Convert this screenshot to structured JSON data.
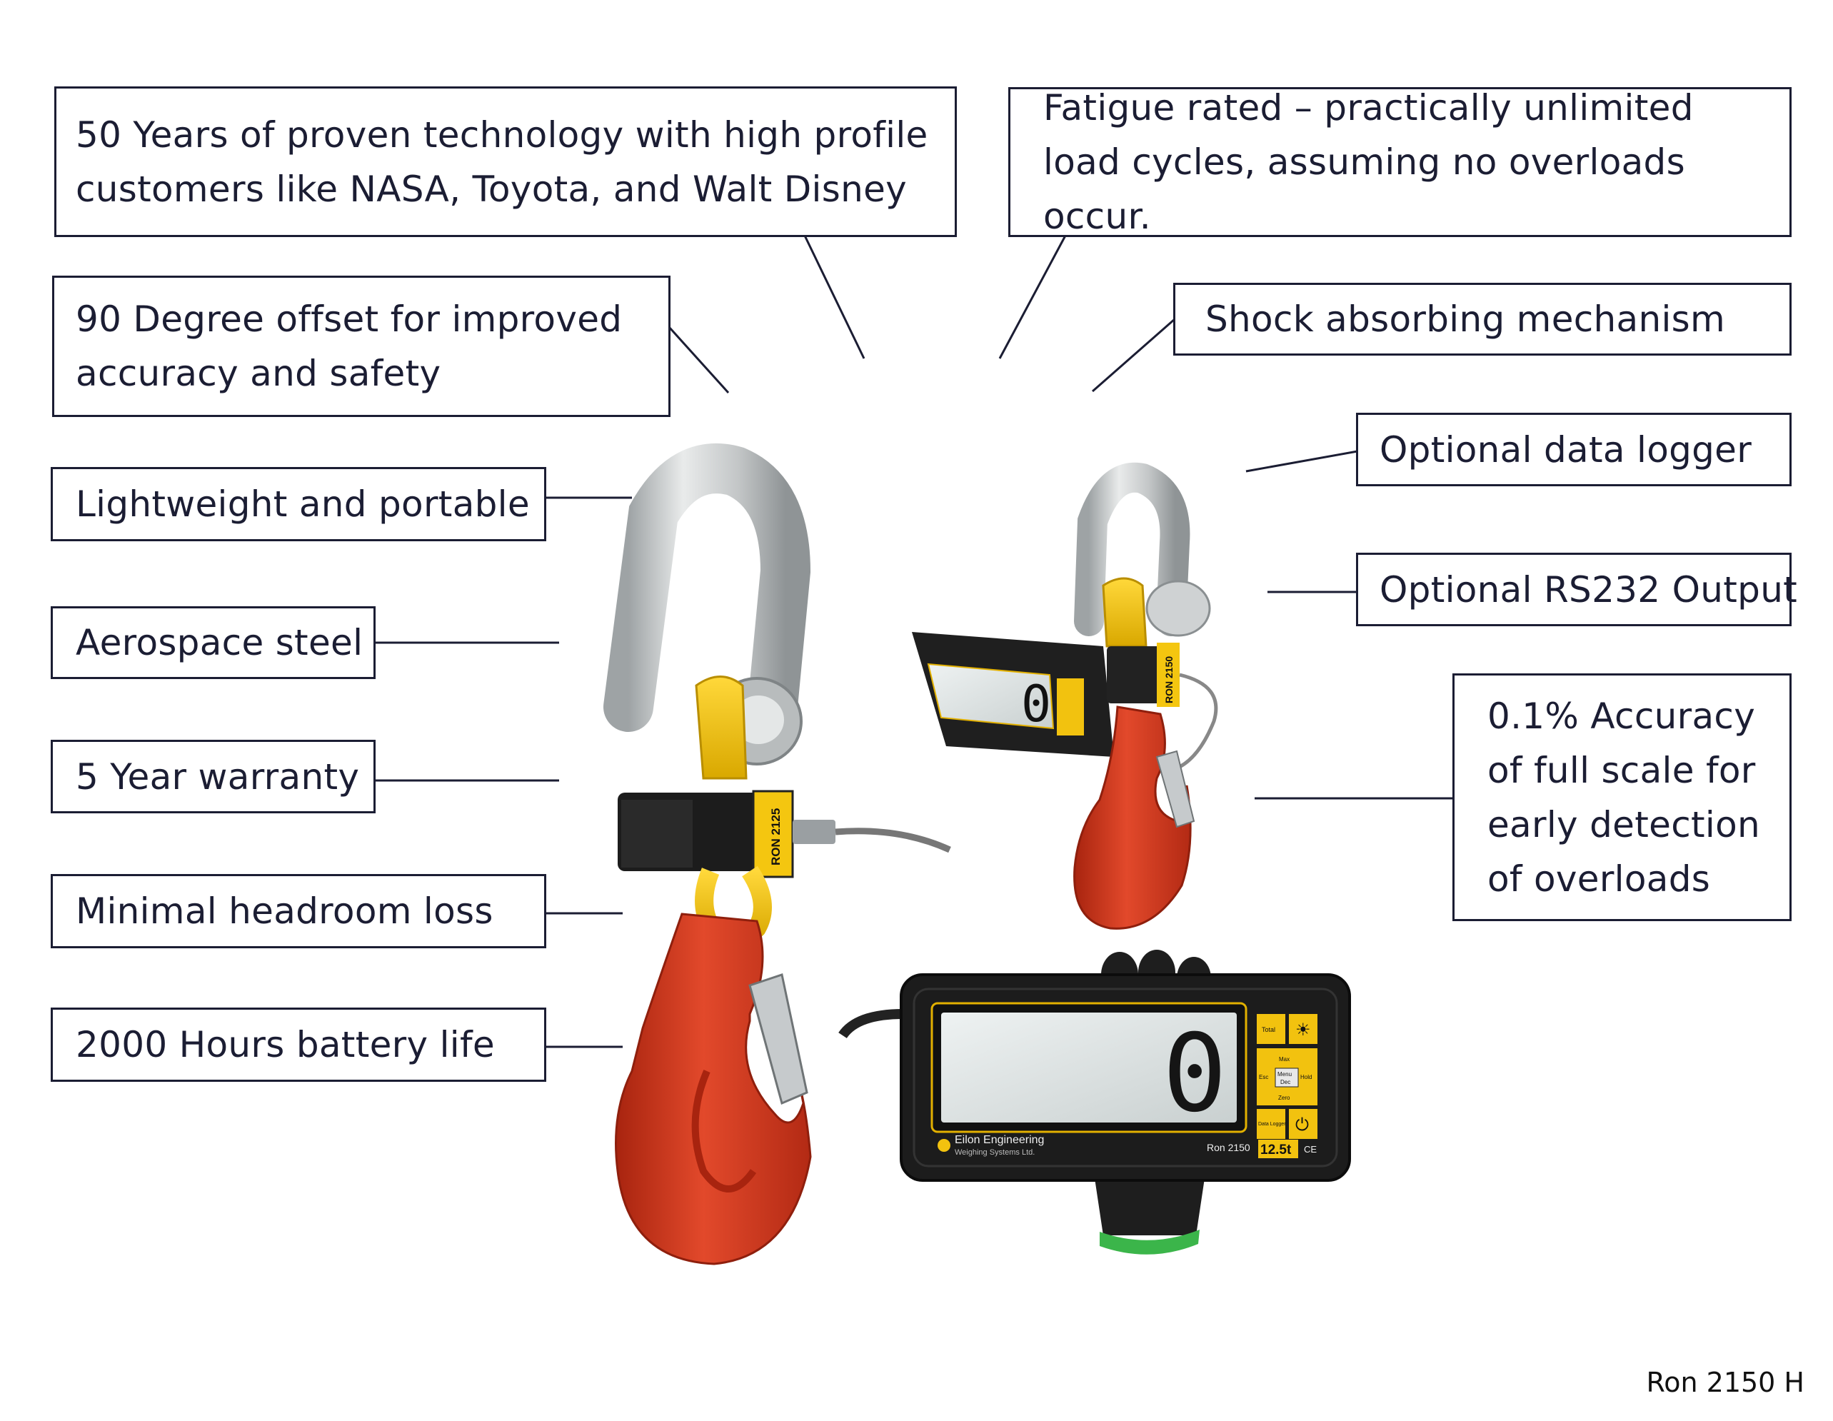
{
  "callouts": {
    "proven_technology": "50 Years of proven technology with high profile customers like NASA, Toyota, and Walt Disney",
    "fatigue_rated": "Fatigue rated – practically unlimited load cycles, assuming no overloads occur.",
    "offset_90": "90 Degree offset for improved accuracy and safety",
    "shock_absorbing": "Shock absorbing mechanism",
    "data_logger": "Optional data logger",
    "lightweight": "Lightweight and portable",
    "rs232": "Optional RS232 Output",
    "aerospace_steel": "Aerospace steel",
    "accuracy": "0.1% Accuracy of full scale for early detection of overloads",
    "warranty": "5 Year warranty",
    "headroom": "Minimal headroom loss",
    "battery": "2000 Hours battery life"
  },
  "product_labels": {
    "large_cell_model": "RON 2125",
    "small_cell_model": "RON 2150",
    "display_digit": "0",
    "brand_name": "Eilon Engineering",
    "brand_sub": "Weighing Systems Ltd.",
    "display_model": "Ron 2150",
    "capacity": "12.5t",
    "ce_mark": "CE",
    "button_total": "Total",
    "button_max": "Max",
    "button_esc": "Esc",
    "button_menu": "Menu",
    "button_dec": "Dec",
    "button_hold": "Hold",
    "button_zero": "Zero",
    "button_data_logger": "Data Logger"
  },
  "footer": {
    "model": "Ron 2150 H"
  },
  "colors": {
    "ink": "#1b1d33",
    "hook_red": "#d83a22",
    "shackle_silver": "#c9cbcc",
    "pin_yellow": "#f2c20f",
    "housing_black": "#1c1c1c",
    "screen_grey": "#dde3e3",
    "glove_green": "#3bb54a"
  }
}
